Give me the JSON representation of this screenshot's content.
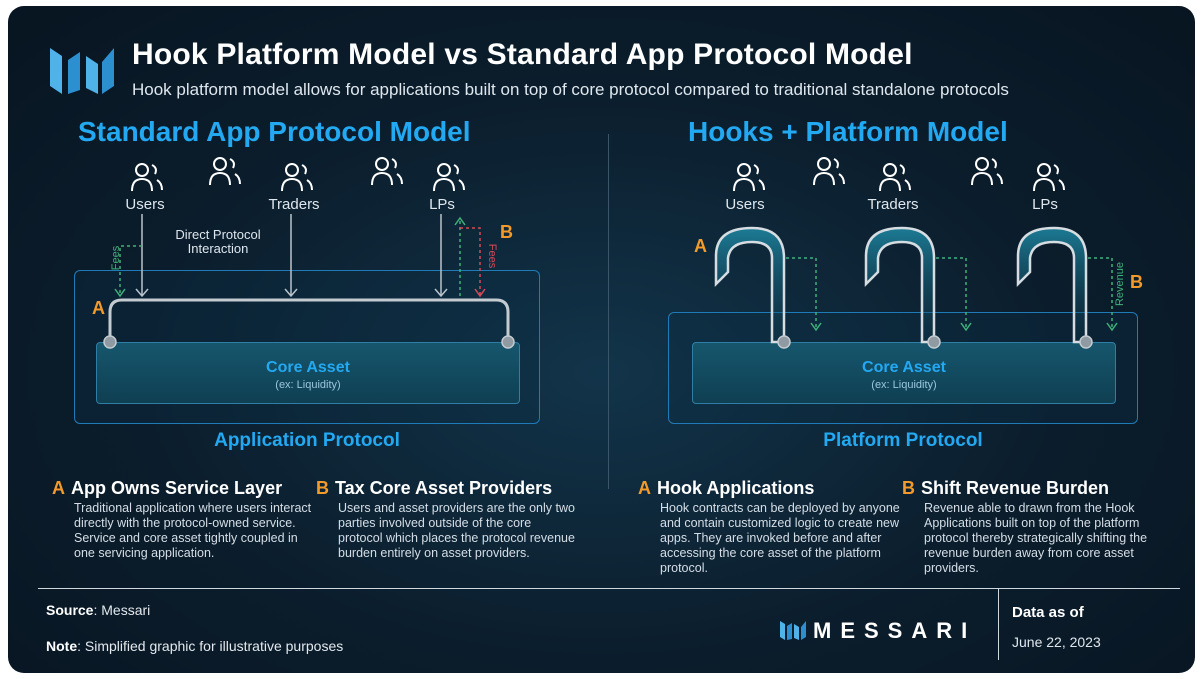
{
  "header": {
    "title": "Hook Platform Model vs Standard App Protocol Model",
    "subtitle": "Hook platform model allows for applications built on top of core protocol compared to traditional standalone protocols"
  },
  "left": {
    "title": "Standard App Protocol Model",
    "users": [
      "Users",
      "Traders",
      "LPs"
    ],
    "interaction_label_1": "Direct Protocol",
    "interaction_label_2": "Interaction",
    "fees_label": "Fees",
    "core_title": "Core Asset",
    "core_sub": "(ex: Liquidity)",
    "protocol": "Application Protocol",
    "marker_a": "A",
    "marker_b": "B",
    "desc_a": {
      "letter": "A",
      "title": "App Owns Service Layer",
      "body": "Traditional application where users interact directly with the protocol-owned service. Service and core asset tightly coupled in one servicing application."
    },
    "desc_b": {
      "letter": "B",
      "title": "Tax Core Asset Providers",
      "body": "Users and asset providers are the only two parties involved outside of the core protocol which places the protocol revenue burden entirely on asset providers."
    }
  },
  "right": {
    "title": "Hooks + Platform Model",
    "users": [
      "Users",
      "Traders",
      "LPs"
    ],
    "revenue_label": "Revenue",
    "core_title": "Core Asset",
    "core_sub": "(ex: Liquidity)",
    "protocol": "Platform Protocol",
    "marker_a": "A",
    "marker_b": "B",
    "desc_a": {
      "letter": "A",
      "title": "Hook Applications",
      "body": "Hook contracts can be deployed by anyone and contain customized logic to create new apps. They are invoked before and after accessing the core asset of the platform protocol."
    },
    "desc_b": {
      "letter": "B",
      "title": "Shift Revenue Burden",
      "body": "Revenue able to drawn from the Hook Applications built on top of the platform protocol thereby strategically shifting the revenue burden away from core asset providers."
    }
  },
  "footer": {
    "source_label": "Source",
    "source_value": ": Messari",
    "note_label": "Note",
    "note_value": ": Simplified graphic for illustrative purposes",
    "brand": "MESSARI",
    "data_as_of": "Data as of",
    "date": "June 22, 2023"
  },
  "colors": {
    "accent_blue": "#23a9f2",
    "marker_orange": "#f39a2b",
    "fees_green": "#3fb27a",
    "fees_red": "#d64a57",
    "background": "#0b1d2c"
  }
}
